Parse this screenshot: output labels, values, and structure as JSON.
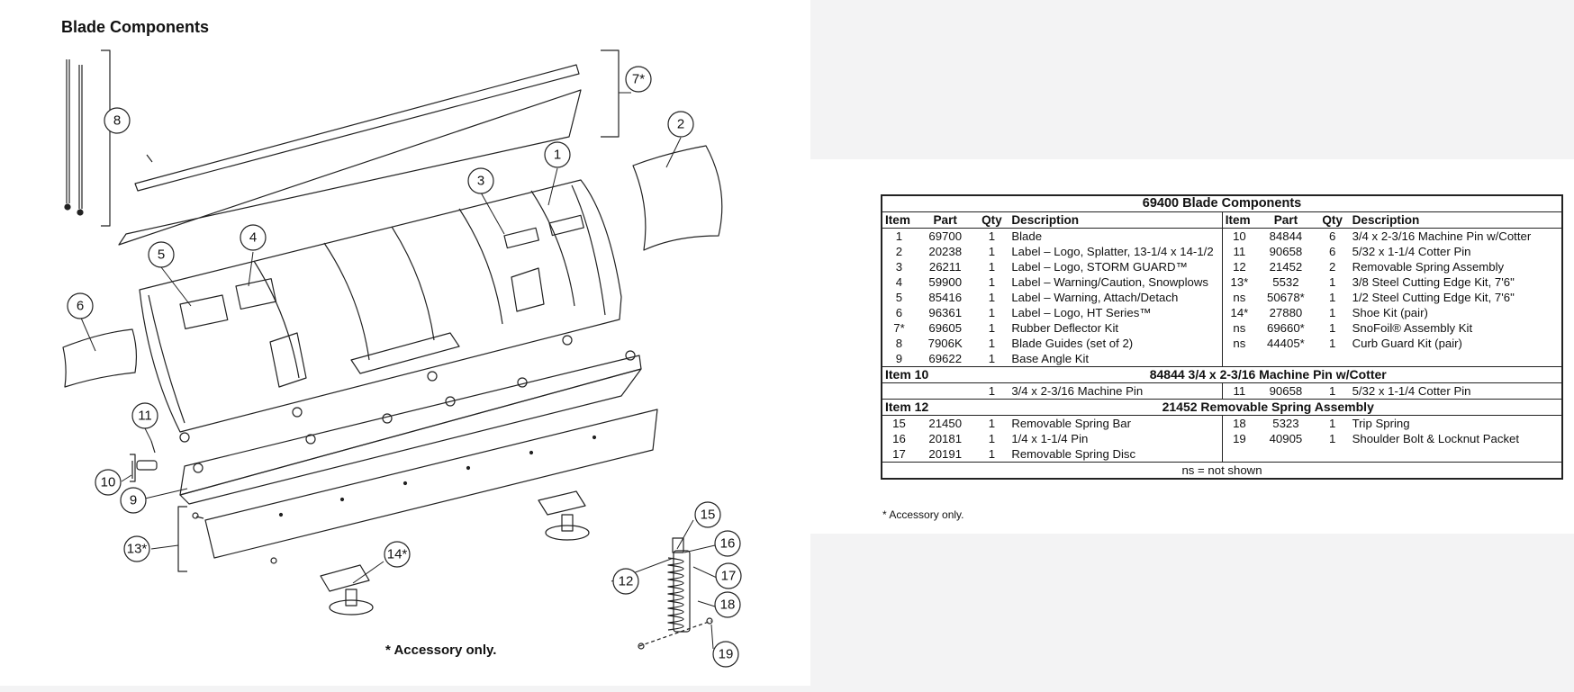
{
  "diagram": {
    "title": "Blade Components",
    "note": "* Accessory only.",
    "callouts": [
      "1",
      "2",
      "3",
      "4",
      "5",
      "6",
      "7*",
      "8",
      "9",
      "10",
      "11",
      "12",
      "13*",
      "14*",
      "15",
      "16",
      "17",
      "18",
      "19"
    ]
  },
  "table": {
    "title": "69400  Blade Components",
    "headers": [
      "Item",
      "Part",
      "Qty",
      "Description"
    ],
    "rows": [
      [
        [
          "1",
          "69700",
          "1",
          "Blade"
        ],
        [
          "10",
          "84844",
          "6",
          "3/4 x 2-3/16 Machine Pin w/Cotter"
        ]
      ],
      [
        [
          "2",
          "20238",
          "1",
          "Label – Logo, Splatter, 13-1/4 x 14-1/2"
        ],
        [
          "11",
          "90658",
          "6",
          "5/32 x 1-1/4 Cotter Pin"
        ]
      ],
      [
        [
          "3",
          "26211",
          "1",
          "Label – Logo, STORM GUARD™"
        ],
        [
          "12",
          "21452",
          "2",
          "Removable Spring Assembly"
        ]
      ],
      [
        [
          "4",
          "59900",
          "1",
          "Label – Warning/Caution, Snowplows"
        ],
        [
          "13*",
          "5532",
          "1",
          "3/8 Steel Cutting Edge Kit, 7'6\""
        ]
      ],
      [
        [
          "5",
          "85416",
          "1",
          "Label – Warning, Attach/Detach"
        ],
        [
          "ns",
          "50678*",
          "1",
          "1/2 Steel Cutting Edge Kit, 7'6\""
        ]
      ],
      [
        [
          "6",
          "96361",
          "1",
          "Label – Logo, HT Series™"
        ],
        [
          "14*",
          "27880",
          "1",
          "Shoe Kit (pair)"
        ]
      ],
      [
        [
          "7*",
          "69605",
          "1",
          "Rubber Deflector Kit"
        ],
        [
          "ns",
          "69660*",
          "1",
          "SnoFoil® Assembly Kit"
        ]
      ],
      [
        [
          "8",
          "7906K",
          "1",
          "Blade Guides (set of 2)"
        ],
        [
          "ns",
          "44405*",
          "1",
          "Curb Guard Kit (pair)"
        ]
      ],
      [
        [
          "9",
          "69622",
          "1",
          "Base Angle Kit"
        ],
        [
          "",
          "",
          "",
          ""
        ]
      ]
    ],
    "sections": [
      {
        "label": "Item 10",
        "title": "84844  3/4 x 2-3/16 Machine Pin w/Cotter",
        "rows": [
          [
            [
              "",
              "",
              "1",
              "3/4 x 2-3/16 Machine Pin"
            ],
            [
              "11",
              "90658",
              "1",
              "5/32 x 1-1/4 Cotter Pin"
            ]
          ]
        ]
      },
      {
        "label": "Item 12",
        "title": "21452  Removable Spring Assembly",
        "rows": [
          [
            [
              "15",
              "21450",
              "1",
              "Removable Spring Bar"
            ],
            [
              "18",
              "5323",
              "1",
              "Trip Spring"
            ]
          ],
          [
            [
              "16",
              "20181",
              "1",
              "1/4 x 1-1/4 Pin"
            ],
            [
              "19",
              "40905",
              "1",
              "Shoulder Bolt & Locknut Packet"
            ]
          ],
          [
            [
              "17",
              "20191",
              "1",
              "Removable Spring Disc"
            ],
            [
              "",
              "",
              "",
              ""
            ]
          ]
        ]
      }
    ],
    "footer": "ns = not shown",
    "footnote": "* Accessory only."
  }
}
